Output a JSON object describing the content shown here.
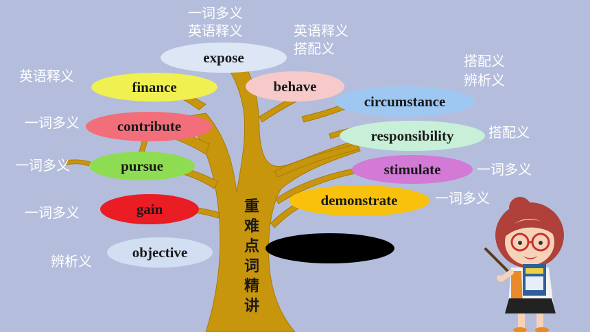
{
  "title": "重难点词精讲",
  "words": [
    {
      "label": "expose",
      "color": "#dce6f5"
    },
    {
      "label": "behave",
      "color": "#f7c9c9"
    },
    {
      "label": "finance",
      "color": "#f0f050"
    },
    {
      "label": "circumstance",
      "color": "#9ec8f2"
    },
    {
      "label": "contribute",
      "color": "#f26e7a"
    },
    {
      "label": "responsibility",
      "color": "#c8efd8"
    },
    {
      "label": "pursue",
      "color": "#8edc52"
    },
    {
      "label": "stimulate",
      "color": "#d27ad6"
    },
    {
      "label": "demonstrate",
      "color": "#f8c10c"
    },
    {
      "label": "gain",
      "color": "#ea1c24"
    },
    {
      "label": "objective",
      "color": "#d2dff3"
    }
  ],
  "notes": {
    "expose": "一词多义\n英语释义",
    "behave": "英语释义\n搭配义",
    "finance": "英语释义",
    "circumstance": "搭配义\n辨析义",
    "contribute": "一词多义",
    "responsibility": "搭配义",
    "pursue": "一词多义",
    "stimulate": "一词多义",
    "demonstrate": "一词多义",
    "gain": "一词多义",
    "objective": "辨析义"
  },
  "colors": {
    "background": "#b4bedc",
    "trunk": "#c8960c",
    "note_text": "#ffffff"
  },
  "decorations": {
    "teacher": "teacher-illustration-icon",
    "hidden_label": "black-oval-redaction"
  }
}
